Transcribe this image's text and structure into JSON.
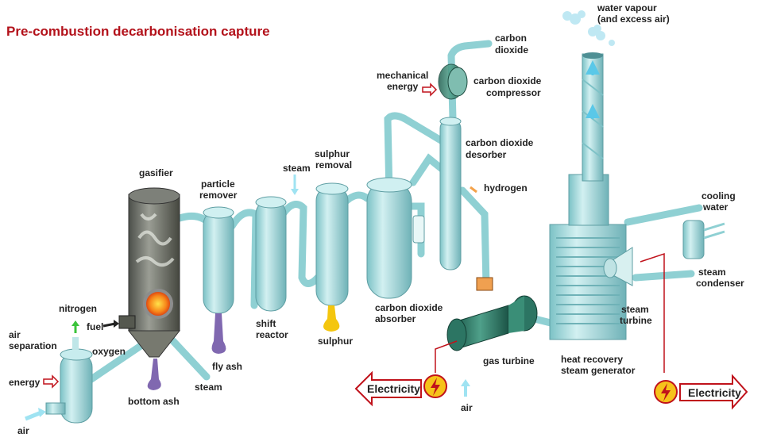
{
  "title": "Pre-combustion decarbonisation capture",
  "labels": {
    "gasifier": "gasifier",
    "particle_remover_1": "particle",
    "particle_remover_2": "remover",
    "steam_top": "steam",
    "sulphur_removal_1": "sulphur",
    "sulphur_removal_2": "removal",
    "mechanical_energy_1": "mechanical",
    "mechanical_energy_2": "energy",
    "carbon_dioxide_out_1": "carbon",
    "carbon_dioxide_out_2": "dioxide",
    "compressor_1": "carbon dioxide",
    "compressor_2": "compressor",
    "desorber_1": "carbon dioxide",
    "desorber_2": "desorber",
    "hydrogen": "hydrogen",
    "water_vapour_1": "water vapour",
    "water_vapour_2": "(and excess air)",
    "cooling_water_1": "cooling",
    "cooling_water_2": "water",
    "steam_condenser_1": "steam",
    "steam_condenser_2": "condenser",
    "steam_turbine_1": "steam",
    "steam_turbine_2": "turbine",
    "hrsg_1": "heat recovery",
    "hrsg_2": "steam generator",
    "gas_turbine": "gas turbine",
    "air_turbine": "air",
    "absorber_1": "carbon dioxide",
    "absorber_2": "absorber",
    "sulphur": "sulphur",
    "shift_reactor_1": "shift",
    "shift_reactor_2": "reactor",
    "fly_ash": "fly ash",
    "nitrogen": "nitrogen",
    "fuel": "fuel",
    "air_separation_1": "air",
    "air_separation_2": "separation",
    "oxygen": "oxygen",
    "energy": "energy",
    "air_input": "air",
    "bottom_ash": "bottom ash",
    "steam_bottom": "steam",
    "electricity_left": "Electricity",
    "electricity_right": "Electricity"
  },
  "colors": {
    "title": "#b3121b",
    "vessel": "#a9dde0",
    "vessel_dark": "#6fb8bd",
    "pipe": "#8fd0d3",
    "flow_arrow": "#5ac8e8",
    "turbine": "#2b7a66",
    "electric_arrow": "#c0121b",
    "bolt_circle": "#f6c21a",
    "ash": "#8068b0",
    "sulphur": "#f4c60e",
    "fire": "#f25a10",
    "nitrogen_arrow": "#3cc43c"
  }
}
